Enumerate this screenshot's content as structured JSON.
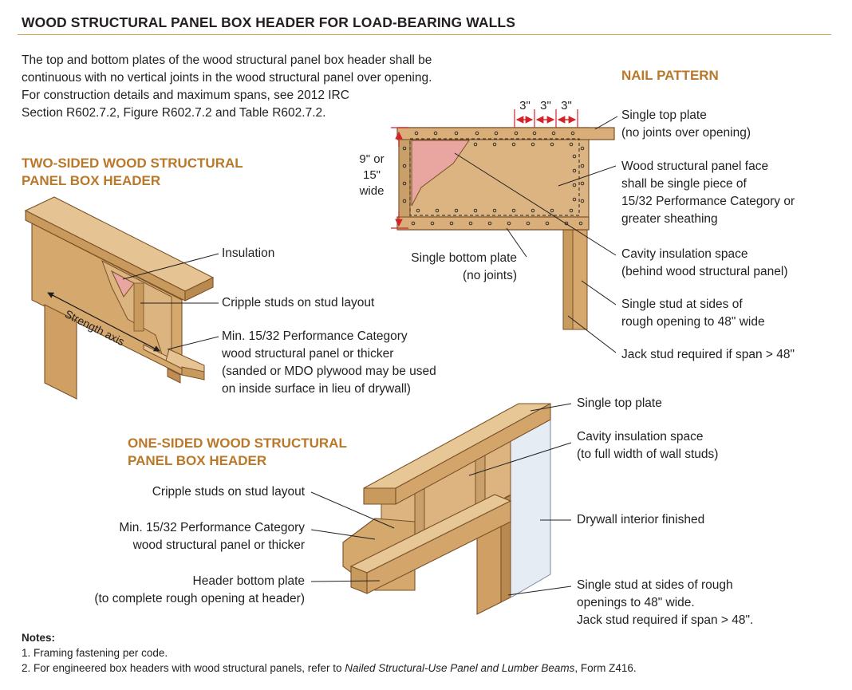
{
  "title": "WOOD STRUCTURAL PANEL BOX HEADER FOR LOAD-BEARING WALLS",
  "intro": [
    "The top and bottom plates of the wood structural panel box header shall be",
    "continuous with no vertical joints in the wood structural panel over opening.",
    "For construction details and maximum spans, see 2012 IRC",
    "Section R602.7.2, Figure R602.7.2 and Table R602.7.2."
  ],
  "nail_pattern": {
    "heading": "NAIL PATTERN",
    "spacing": [
      "3\"",
      "3\"",
      "3\""
    ],
    "height": [
      "9\" or",
      "15\"",
      "wide"
    ],
    "labels": {
      "top_plate": [
        "Single top plate",
        "(no joints over opening)"
      ],
      "panel_face": [
        "Wood structural panel face",
        "shall be single piece of",
        "15/32 Performance Category or",
        "greater sheathing"
      ],
      "cavity": [
        "Cavity insulation space",
        "(behind wood structural panel)"
      ],
      "single_stud": [
        "Single stud at sides of",
        "rough opening to 48\" wide"
      ],
      "jack_stud": "Jack stud required if span > 48\"",
      "bottom_plate": [
        "Single bottom plate",
        "(no joints)"
      ]
    }
  },
  "two_sided": {
    "heading": [
      "TWO-SIDED WOOD STRUCTURAL",
      "PANEL BOX HEADER"
    ],
    "strength_axis": "Strength axis",
    "labels": {
      "insulation": "Insulation",
      "cripple": "Cripple studs on stud layout",
      "panel": [
        "Min. 15/32 Performance Category",
        "wood structural panel or thicker",
        "(sanded or MDO plywood may be used",
        "on inside surface in lieu of drywall)"
      ]
    }
  },
  "one_sided": {
    "heading": [
      "ONE-SIDED WOOD STRUCTURAL",
      "PANEL BOX HEADER"
    ],
    "labels": {
      "cripple": "Cripple studs on stud layout",
      "panel": [
        "Min. 15/32 Performance Category",
        "wood structural panel or thicker"
      ],
      "bottom_plate": [
        "Header bottom plate",
        "(to complete rough opening at header)"
      ],
      "top_plate": "Single top plate",
      "cavity": [
        "Cavity insulation space",
        "(to full width of wall studs)"
      ],
      "drywall": "Drywall interior finished",
      "stud": [
        "Single stud at sides of rough",
        "openings to 48\" wide.",
        "Jack stud required if span > 48\"."
      ]
    }
  },
  "notes": {
    "heading": "Notes:",
    "items": [
      "1. Framing fastening per code.",
      "2. For engineered box headers with wood structural panels, refer to "
    ],
    "ref_italic": "Nailed Structural-Use Panel and Lumber Beams",
    "ref_tail": ", Form Z416."
  },
  "colors": {
    "heading": "#b9782a",
    "wood": "#d9b07a",
    "wood_dark": "#c08d55",
    "insulation": "#e9a6a0",
    "drywall": "#e9eef5",
    "rule": "#c8a24a"
  }
}
